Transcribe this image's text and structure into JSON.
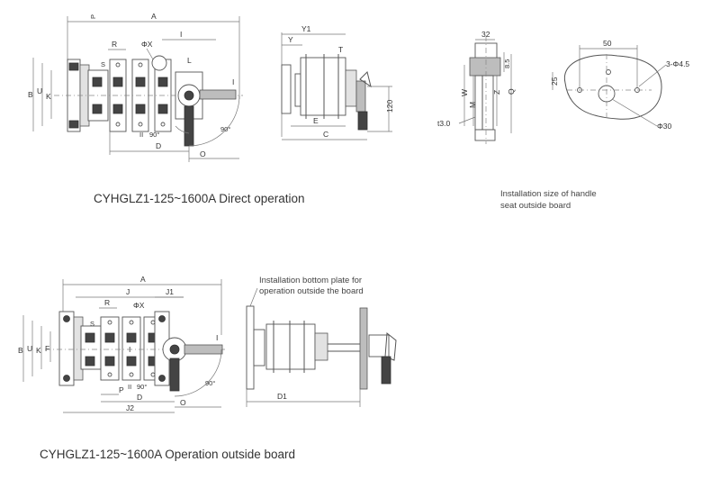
{
  "captions": {
    "direct": "CYHGLZ1-125~1600A Direct operation",
    "outside": "CYHGLZ1-125~1600A Operation outside board",
    "handle_seat_line1": "Installation size of handle",
    "handle_seat_line2": "seat outside board",
    "bottom_plate_line1": "Installation bottom plate for",
    "bottom_plate_line2": "operation outside the board"
  },
  "direct_front": {
    "A": "A",
    "P": "P",
    "R": "R",
    "phiX": "ΦX",
    "I": "I",
    "L": "L",
    "S": "S",
    "B": "B",
    "U": "U",
    "K": "K",
    "D": "D",
    "O": "O",
    "II": "II",
    "angle1": "90°",
    "angle2": "90°"
  },
  "direct_side": {
    "Y1": "Y1",
    "Y": "Y",
    "T": "T",
    "E": "E",
    "C": "C",
    "h120": "120"
  },
  "bracket": {
    "d32": "32",
    "h85": "8.5",
    "W": "W",
    "M": "M",
    "Z": "Z",
    "Q": "Q",
    "t": "t3.0"
  },
  "handle_seat": {
    "d50": "50",
    "d25": "25",
    "holes": "3-Φ4.5",
    "bore": "Φ30"
  },
  "outside_front": {
    "A": "A",
    "J": "J",
    "R": "R",
    "phiX": "ΦX",
    "J1": "J1",
    "S": "S",
    "B": "B",
    "U": "U",
    "K": "K",
    "F": "F",
    "P": "P",
    "D": "D",
    "J2": "J2",
    "O": "O",
    "I_top": "I",
    "I_mid": "I",
    "II": "II",
    "angle1": "90°",
    "angle2": "90°"
  },
  "outside_side": {
    "D1": "D1"
  }
}
